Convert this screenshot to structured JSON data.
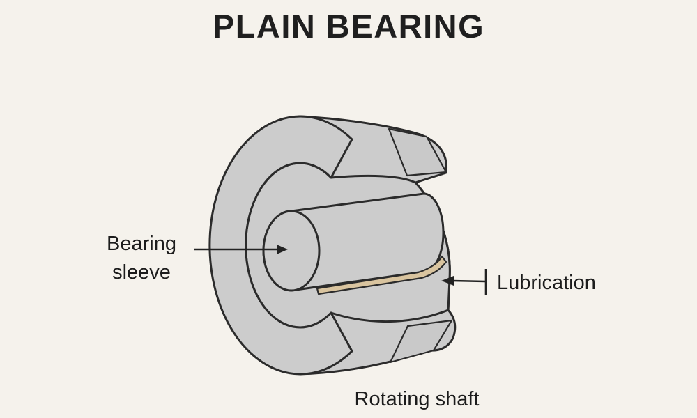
{
  "title": "PLAIN BEARING",
  "labels": {
    "bearing_sleeve": "Bearing sleeve",
    "lubrication": "Lubrication",
    "rotating_shaft": "Rotating shaft"
  },
  "colors": {
    "background": "#f5f2ec",
    "outline": "#2b2b2b",
    "sleeve_front_face": "#b4b4b4",
    "sleeve_body": "#9d9d9d",
    "sleeve_cut_face": "#c9c9c9",
    "bore_cavity": "#7f7f7f",
    "shaft_body": "#dbdad7",
    "shaft_end_face": "#e7e6e3",
    "lubrication_film": "#d9c49f"
  }
}
